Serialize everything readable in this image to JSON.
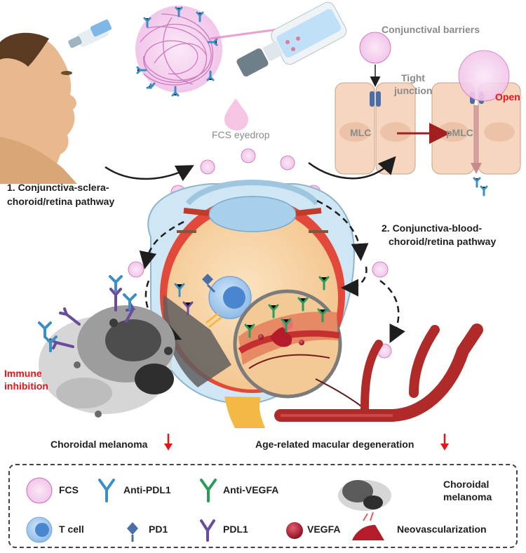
{
  "labels": {
    "conjunctival_barriers": "Conjunctival barriers",
    "tight_junction_1": "Tight",
    "tight_junction_2": "junction",
    "open": "Open",
    "mlc": "MLC",
    "pmlc": "pMLC",
    "fcs_eyedrop": "FCS eyedrop",
    "pathway1_line1": "1. Conjunctiva-sclera-",
    "pathway1_line2": "choroid/retina pathway",
    "pathway2_line1": "2. Conjunctiva-blood-",
    "pathway2_line2": "choroid/retina pathway",
    "immune_line1": "Immune",
    "immune_line2": "inhibition",
    "choroidal_melanoma": "Choroidal melanoma",
    "amd": "Age-related macular degeneration"
  },
  "legend": {
    "fcs": "FCS",
    "anti_pdl1": "Anti-PDL1",
    "anti_vegfa": "Anti-VEGFA",
    "choroidal_1": "Choroidal",
    "choroidal_2": "melanoma",
    "tcell": "T cell",
    "pd1": "PD1",
    "pdl1": "PDL1",
    "vegfa": "VEGFA",
    "neovascularization": "Neovascularization"
  },
  "colors": {
    "red_text": "#e4161b",
    "grey_text": "#8a8a8a",
    "anti_pdl1": "#3a8fc6",
    "anti_vegfa": "#2a9d5a",
    "pdl1": "#6a4c9c",
    "pd1": "#4a6fa8",
    "vegfa": "#b3162e",
    "fcs": "#d98fcf"
  }
}
